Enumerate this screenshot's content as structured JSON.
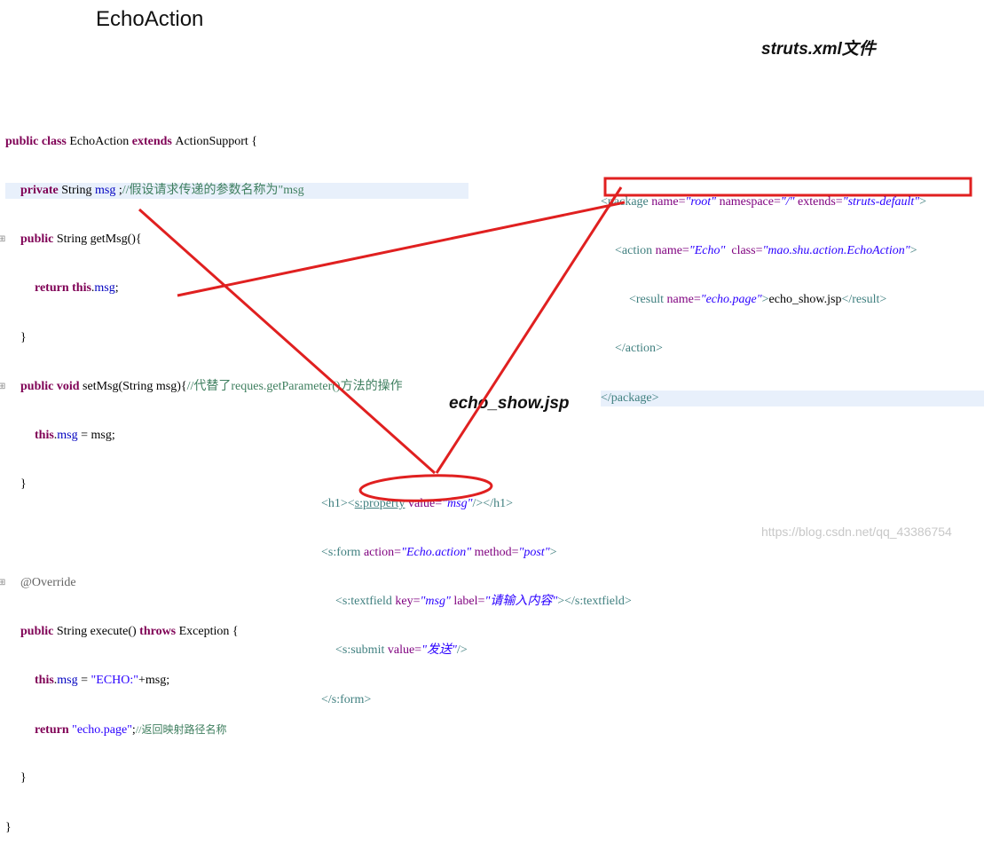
{
  "title": "EchoAction",
  "struts_label": "struts.xml文件",
  "jsp_label": "echo_show.jsp",
  "java": {
    "l1": {
      "kw1": "public class ",
      "name": "EchoAction ",
      "kw2": "extends ",
      "rest": "ActionSupport {"
    },
    "l2": {
      "kw": "private ",
      "type": "String ",
      "field": "msg",
      "semi": " ;",
      "comment": "//假设请求传递的参数名称为\"msg"
    },
    "l3": {
      "kw": "public ",
      "rest": "String getMsg(){"
    },
    "l4": {
      "kw1": "return ",
      "kw2": "this",
      "dot": ".",
      "field": "msg",
      "semi": ";"
    },
    "l5": "}",
    "l6": {
      "kw": "public void ",
      "rest": "setMsg(String msg){",
      "comment": "//代替了reques.getParameter()方法的操作"
    },
    "l7": {
      "kw": "this",
      "dot": ".",
      "field": "msg",
      "rest": " = msg;"
    },
    "l8": "}",
    "l9": "@Override",
    "l10": {
      "kw": "public ",
      "rest1": "String execute() ",
      "kw2": "throws ",
      "rest2": "Exception {"
    },
    "l11": {
      "kw": "this",
      "dot": ".",
      "field": "msg",
      "rest": " = ",
      "str": "\"ECHO:\"",
      "rest2": "+msg;"
    },
    "l12": {
      "kw": "return ",
      "str": "\"echo.page\"",
      "semi": ";",
      "comment": "//返回映射路径名称"
    },
    "l13": "}",
    "l14": "}"
  },
  "xml": {
    "l1": {
      "t1": "<package ",
      "a1": "name=",
      "v1": "\"root\"",
      "a2": " namespace=",
      "v2": "\"/\"",
      "a3": " extends=",
      "v3": "\"struts-default\"",
      "t2": ">"
    },
    "l2": {
      "t1": "<action ",
      "a1": "name=",
      "v1": "\"Echo\"",
      "a2": "  class=",
      "v2": "\"mao.shu.action.EchoAction\"",
      "t2": ">"
    },
    "l3": {
      "t1": "<result ",
      "a1": "name=",
      "v1": "\"echo.page\"",
      "t2": ">",
      "text": "echo_show.jsp",
      "t3": "</result>"
    },
    "l4": "</action>",
    "l5": "</package>"
  },
  "jsp": {
    "l1": {
      "t1": "<h1><",
      "tag": "s:property",
      "a1": " value=",
      "v1": "\"msg\"",
      "t2": "/></h1>"
    },
    "l2": {
      "t1": "<s:form ",
      "a1": "action=",
      "v1": "\"Echo.action\"",
      "a2": " method=",
      "v2": "\"post\"",
      "t2": ">"
    },
    "l3": {
      "t1": "<s:textfield ",
      "a1": "key=",
      "v1": "\"msg\"",
      "a2": " label=",
      "v2": "\"请输入内容\"",
      "t2": "></s:textfield>"
    },
    "l4": {
      "t1": "<s:submit ",
      "a1": "value=",
      "v1": "\"发送\"",
      "t2": "/>"
    },
    "l5": "</s:form>"
  },
  "watermark": "https://blog.csdn.net/qq_43386754",
  "colors": {
    "annotation": "#e02020",
    "highlight": "#e8f0fb"
  }
}
